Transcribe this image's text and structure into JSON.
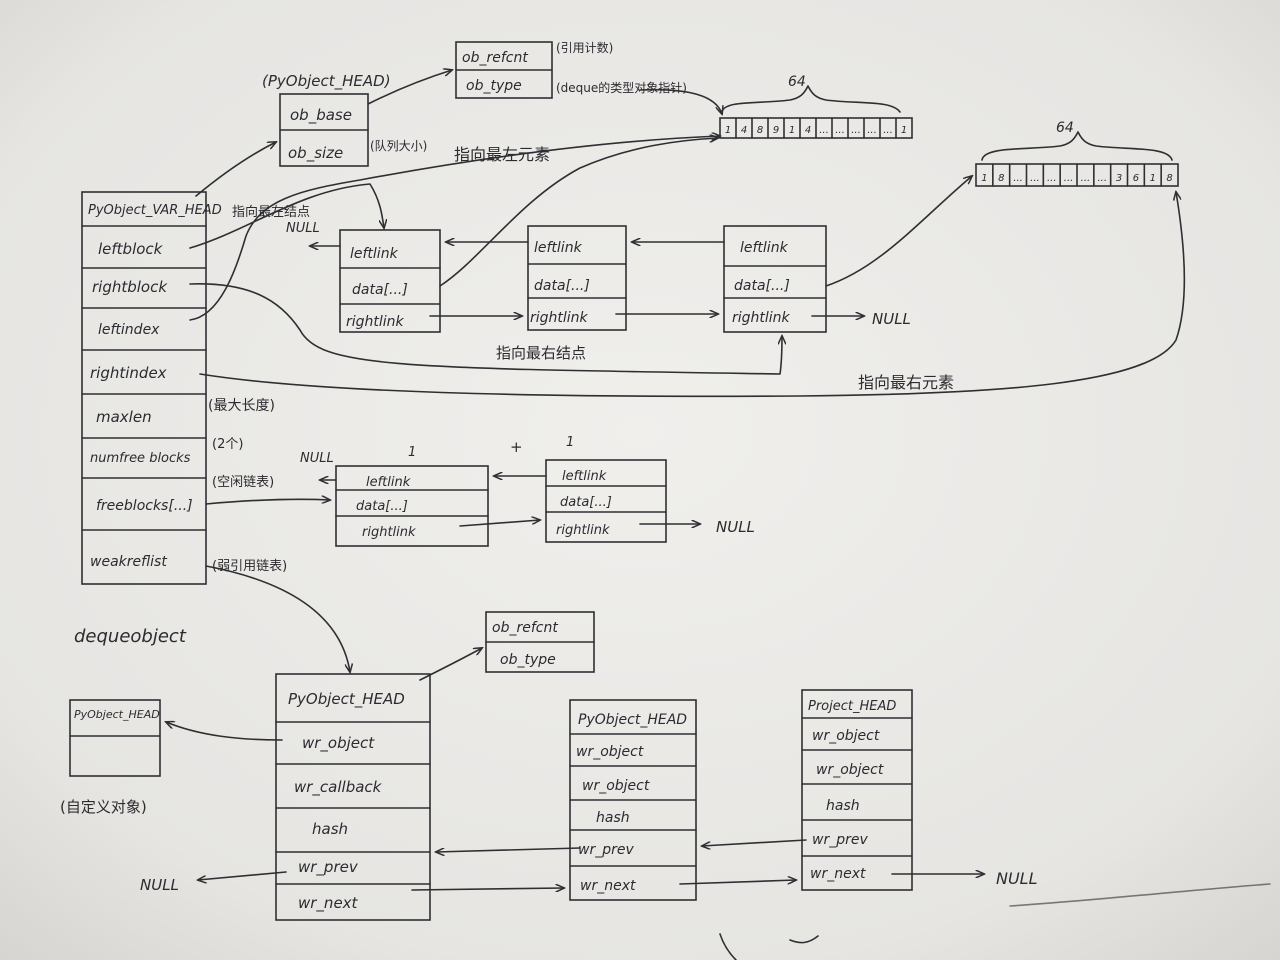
{
  "deque_struct": {
    "title": "dequeobject",
    "fields": [
      "PyObject_VAR_HEAD",
      "leftblock",
      "rightblock",
      "leftindex",
      "rightindex",
      "maxlen",
      "numfree blocks",
      "freeblocks[...]",
      "weakreflist"
    ]
  },
  "var_head_struct": {
    "title": "(PyObject_HEAD)",
    "fields": [
      "ob_base",
      "ob_size"
    ],
    "side_note": "(队列大小)"
  },
  "head_struct": {
    "fields": [
      "ob_refcnt",
      "ob_type"
    ],
    "notes": [
      "(引用计数)",
      "(deque的类型对象指针)"
    ]
  },
  "head_struct2": {
    "fields": [
      "ob_refcnt",
      "ob_type"
    ]
  },
  "blocks": [
    {
      "fields": [
        "leftlink",
        "data[...]",
        "rightlink"
      ]
    },
    {
      "fields": [
        "leftlink",
        "data[...]",
        "rightlink"
      ]
    },
    {
      "fields": [
        "leftlink",
        "data[...]",
        "rightlink"
      ]
    }
  ],
  "free_blocks": [
    {
      "fields": [
        "leftlink",
        "data[...]",
        "rightlink"
      ]
    },
    {
      "fields": [
        "leftlink",
        "data[...]",
        "rightlink"
      ]
    }
  ],
  "arrays": [
    {
      "size_label": "64",
      "cells": [
        "1",
        "4",
        "8",
        "9",
        "1",
        "4",
        "...",
        "...",
        "...",
        "...",
        "...",
        "1"
      ]
    },
    {
      "size_label": "64",
      "cells": [
        "1",
        "8",
        "...",
        "...",
        "...",
        "...",
        "...",
        "...",
        "3",
        "6",
        "1",
        "8"
      ]
    }
  ],
  "custom_struct": {
    "fields": [
      "PyObject_HEAD",
      ""
    ],
    "caption": "(自定义对象)"
  },
  "weakref_objects": [
    {
      "fields": [
        "PyObject_HEAD",
        "wr_object",
        "wr_callback",
        "hash",
        "wr_prev",
        "wr_next"
      ]
    },
    {
      "fields": [
        "PyObject_HEAD",
        "wr_object",
        "wr_object",
        "hash",
        "wr_prev",
        "wr_next"
      ]
    },
    {
      "fields": [
        "Project_HEAD",
        "wr_object",
        "wr_object",
        "hash",
        "wr_prev",
        "wr_next"
      ]
    }
  ],
  "labels": {
    "null": "NULL",
    "point_left_block": "指向最左结点",
    "point_left_element": "指向最左元素",
    "point_right_block": "指向最右结点",
    "point_right_element": "指向最右元素",
    "maxlen_note": "(最大长度)",
    "count_note": "(2个)",
    "free_list_note": "(空闲链表)",
    "weakref_note": "(弱引用链表)",
    "one_a": "1",
    "plus": "+",
    "one_b": "1"
  },
  "colors": {
    "paper": "#ecebe8",
    "ink": "#2f2f33",
    "background": "#c9c9c4"
  }
}
